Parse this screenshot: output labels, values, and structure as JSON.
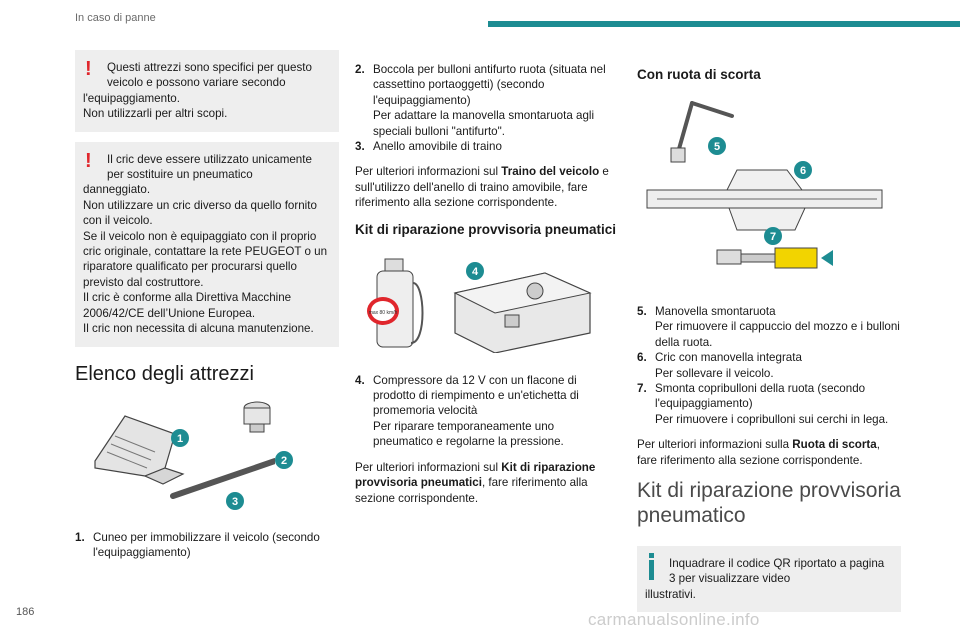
{
  "header": {
    "section": "In caso di panne"
  },
  "col1": {
    "warn1": {
      "first": "Questi attrezzi sono specifici per questo veicolo e possono variare secondo",
      "rest": "l'equipaggiamento.\nNon utilizzarli per altri scopi."
    },
    "warn2": {
      "first": "Il cric deve essere utilizzato unicamente per sostituire un pneumatico",
      "rest": "danneggiato.\nNon utilizzare un cric diverso da quello fornito con il veicolo.\nSe il veicolo non è equipaggiato con il proprio cric originale, contattare la rete PEUGEOT o un riparatore qualificato per procurarsi quello previsto dal costruttore.\nIl cric è conforme alla Direttiva Macchine 2006/42/CE dell’Unione Europea.\nIl cric non necessita di alcuna manutenzione."
    },
    "heading": "Elenco degli attrezzi",
    "fig_labels": [
      "1",
      "2",
      "3"
    ],
    "item1": {
      "num": "1.",
      "text": "Cuneo per immobilizzare il veicolo (secondo l'equipaggiamento)"
    }
  },
  "col2": {
    "item2": {
      "num": "2.",
      "text": "Boccola per bulloni antifurto ruota (situata nel cassettino portaoggetti) (secondo l'equipaggiamento)",
      "sub": "Per adattare la manovella smontaruota agli speciali bulloni \"antifurto\"."
    },
    "item3": {
      "num": "3.",
      "text": "Anello amovibile di traino"
    },
    "p1_a": "Per ulteriori informazioni sul ",
    "p1_b": "Traino del veicolo",
    "p1_c": " e sull'utilizzo dell'anello di traino amovibile, fare riferimento alla sezione corrispondente.",
    "heading": "Kit di riparazione provvisoria pneumatici",
    "fig_label": "4",
    "bottle_text": "max 80 km/h",
    "item4": {
      "num": "4.",
      "text": "Compressore da 12 V con un flacone di prodotto di riempimento e un'etichetta di promemoria velocità",
      "sub": "Per riparare temporaneamente uno pneumatico e regolarne la pressione."
    },
    "p2_a": "Per ulteriori informazioni sul ",
    "p2_b": "Kit di riparazione provvisoria pneumatici",
    "p2_c": ", fare riferimento alla sezione corrispondente."
  },
  "col3": {
    "heading": "Con ruota di scorta",
    "fig_labels": [
      "5",
      "6",
      "7"
    ],
    "item5": {
      "num": "5.",
      "text": "Manovella smontaruota",
      "sub": "Per rimuovere il cappuccio del mozzo e i bulloni della ruota."
    },
    "item6": {
      "num": "6.",
      "text": "Cric con manovella integrata",
      "sub": "Per sollevare il veicolo."
    },
    "item7": {
      "num": "7.",
      "text": "Smonta copribulloni della ruota (secondo l'equipaggiamento)",
      "sub": "Per rimuovere i copribulloni sui cerchi in lega."
    },
    "p1_a": "Per ulteriori informazioni sulla ",
    "p1_b": "Ruota di scorta",
    "p1_c": ", fare riferimento alla sezione corrispondente.",
    "big_heading": "Kit di riparazione provvisoria pneumatico",
    "info": {
      "first": "Inquadrare il codice QR riportato a pagina 3 per visualizzare video",
      "rest": "illustrativi."
    }
  },
  "footer": {
    "page_number": "186",
    "watermark": "carmanualsonline.info"
  },
  "colors": {
    "accent": "#1d8c92",
    "warning": "#e0262c",
    "badge": "#1d8c92"
  }
}
